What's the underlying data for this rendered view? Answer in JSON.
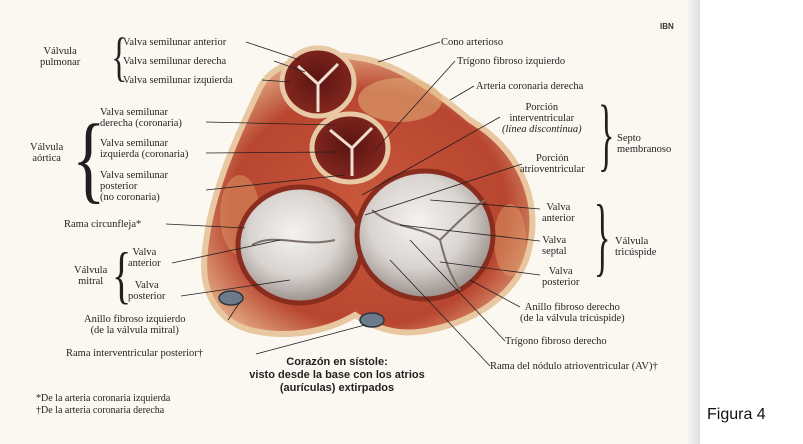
{
  "figure_label": "Figura 4",
  "logo_text": "IBN",
  "caption": {
    "line1": "Corazón en sístole:",
    "line2": "visto desde la base con los atrios",
    "line3": "(aurículas) extirpados"
  },
  "footnotes": {
    "f1": "*De la arteria coronaria izquierda",
    "f2": "†De la arteria coronaria derecha"
  },
  "labels": {
    "valvula_pulmonar": [
      "Válvula",
      "pulmonar"
    ],
    "valva_semilunar_anterior": "Valva semilunar anterior",
    "valva_semilunar_derecha": "Valva semilunar derecha",
    "valva_semilunar_izquierda": "Valva semilunar izquierda",
    "valvula_aortica": [
      "Válvula",
      "aórtica"
    ],
    "valva_sl_derecha_coronaria": [
      "Valva semilunar",
      "derecha (coronaria)"
    ],
    "valva_sl_izquierda_coronaria": [
      "Valva semilunar",
      "izquierda (coronaria)"
    ],
    "valva_sl_posterior": [
      "Valva semilunar",
      "posterior",
      "(no coronaria)"
    ],
    "rama_circunfleja": "Rama circunfleja*",
    "valvula_mitral": [
      "Válvula",
      "mitral"
    ],
    "mitral_valva_anterior": [
      "Valva",
      "anterior"
    ],
    "mitral_valva_posterior": [
      "Valva",
      "posterior"
    ],
    "anillo_fibroso_izquierdo": [
      "Anillo fibroso izquierdo",
      "(de la válvula mitral)"
    ],
    "rama_interventricular_posterior": "Rama interventricular posterior†",
    "cono_arterioso": "Cono arterioso",
    "trigono_fibroso_izquierdo": "Trígono fibroso izquierdo",
    "arteria_coronaria_derecha": "Arteria coronaria derecha",
    "porcion_interventricular": [
      "Porción",
      "interventricular"
    ],
    "linea_discontinua": "(línea discontinua)",
    "septo_membranoso": [
      "Septo",
      "membranoso"
    ],
    "porcion_atrioventricular": [
      "Porción",
      "atrioventricular"
    ],
    "tric_valva_anterior": [
      "Valva",
      "anterior"
    ],
    "tric_valva_septal": [
      "Valva",
      "septal"
    ],
    "tric_valva_posterior": [
      "Valva",
      "posterior"
    ],
    "valvula_tricuspide": [
      "Válvula",
      "tricúspide"
    ],
    "anillo_fibroso_derecho": [
      "Anillo fibroso derecho",
      "(de la válvula tricúspide)"
    ],
    "trigono_fibroso_derecho": "Trígono fibroso derecho",
    "rama_nodulo_av": "Rama del nódulo atrioventricular (AV)†"
  }
}
